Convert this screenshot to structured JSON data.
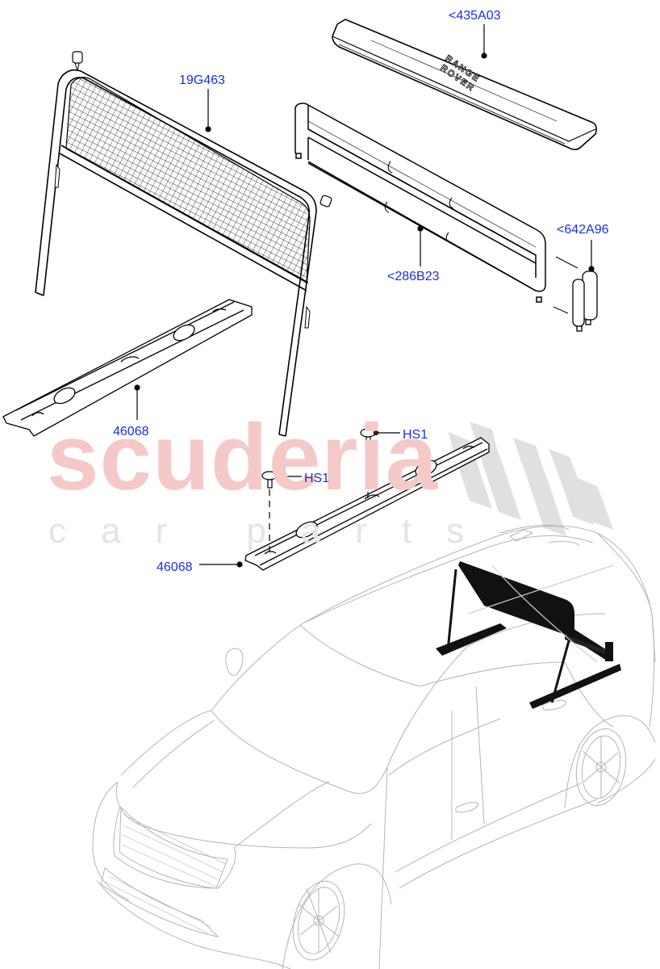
{
  "diagram": {
    "type": "exploded-parts-illustration",
    "subject": "Luggage compartment partition net / load space barrier installation",
    "label_color": "#1a2ee6",
    "line_color": "#000000",
    "vehicle_outline_color": "#b4b4b4"
  },
  "watermark": {
    "main": "scuderia",
    "sub": "car parts",
    "main_color": "#f6c9c9",
    "sub_color": "#e4e4e4",
    "checker_color": "#e0e0e0"
  },
  "parts": {
    "storage_bag": {
      "ref": "<435A03",
      "printed_text_line1": "RANGE",
      "printed_text_line2": "ROVER"
    },
    "net_frame": {
      "ref": "19G463"
    },
    "partition_bar": {
      "ref": "<286B23"
    },
    "bar_end_mount": {
      "ref": "<642A96"
    },
    "rail_left": {
      "ref": "46068"
    },
    "rail_right": {
      "ref": "46068"
    },
    "screw_upper": {
      "ref": "HS1"
    },
    "screw_lower": {
      "ref": "HS1"
    }
  }
}
